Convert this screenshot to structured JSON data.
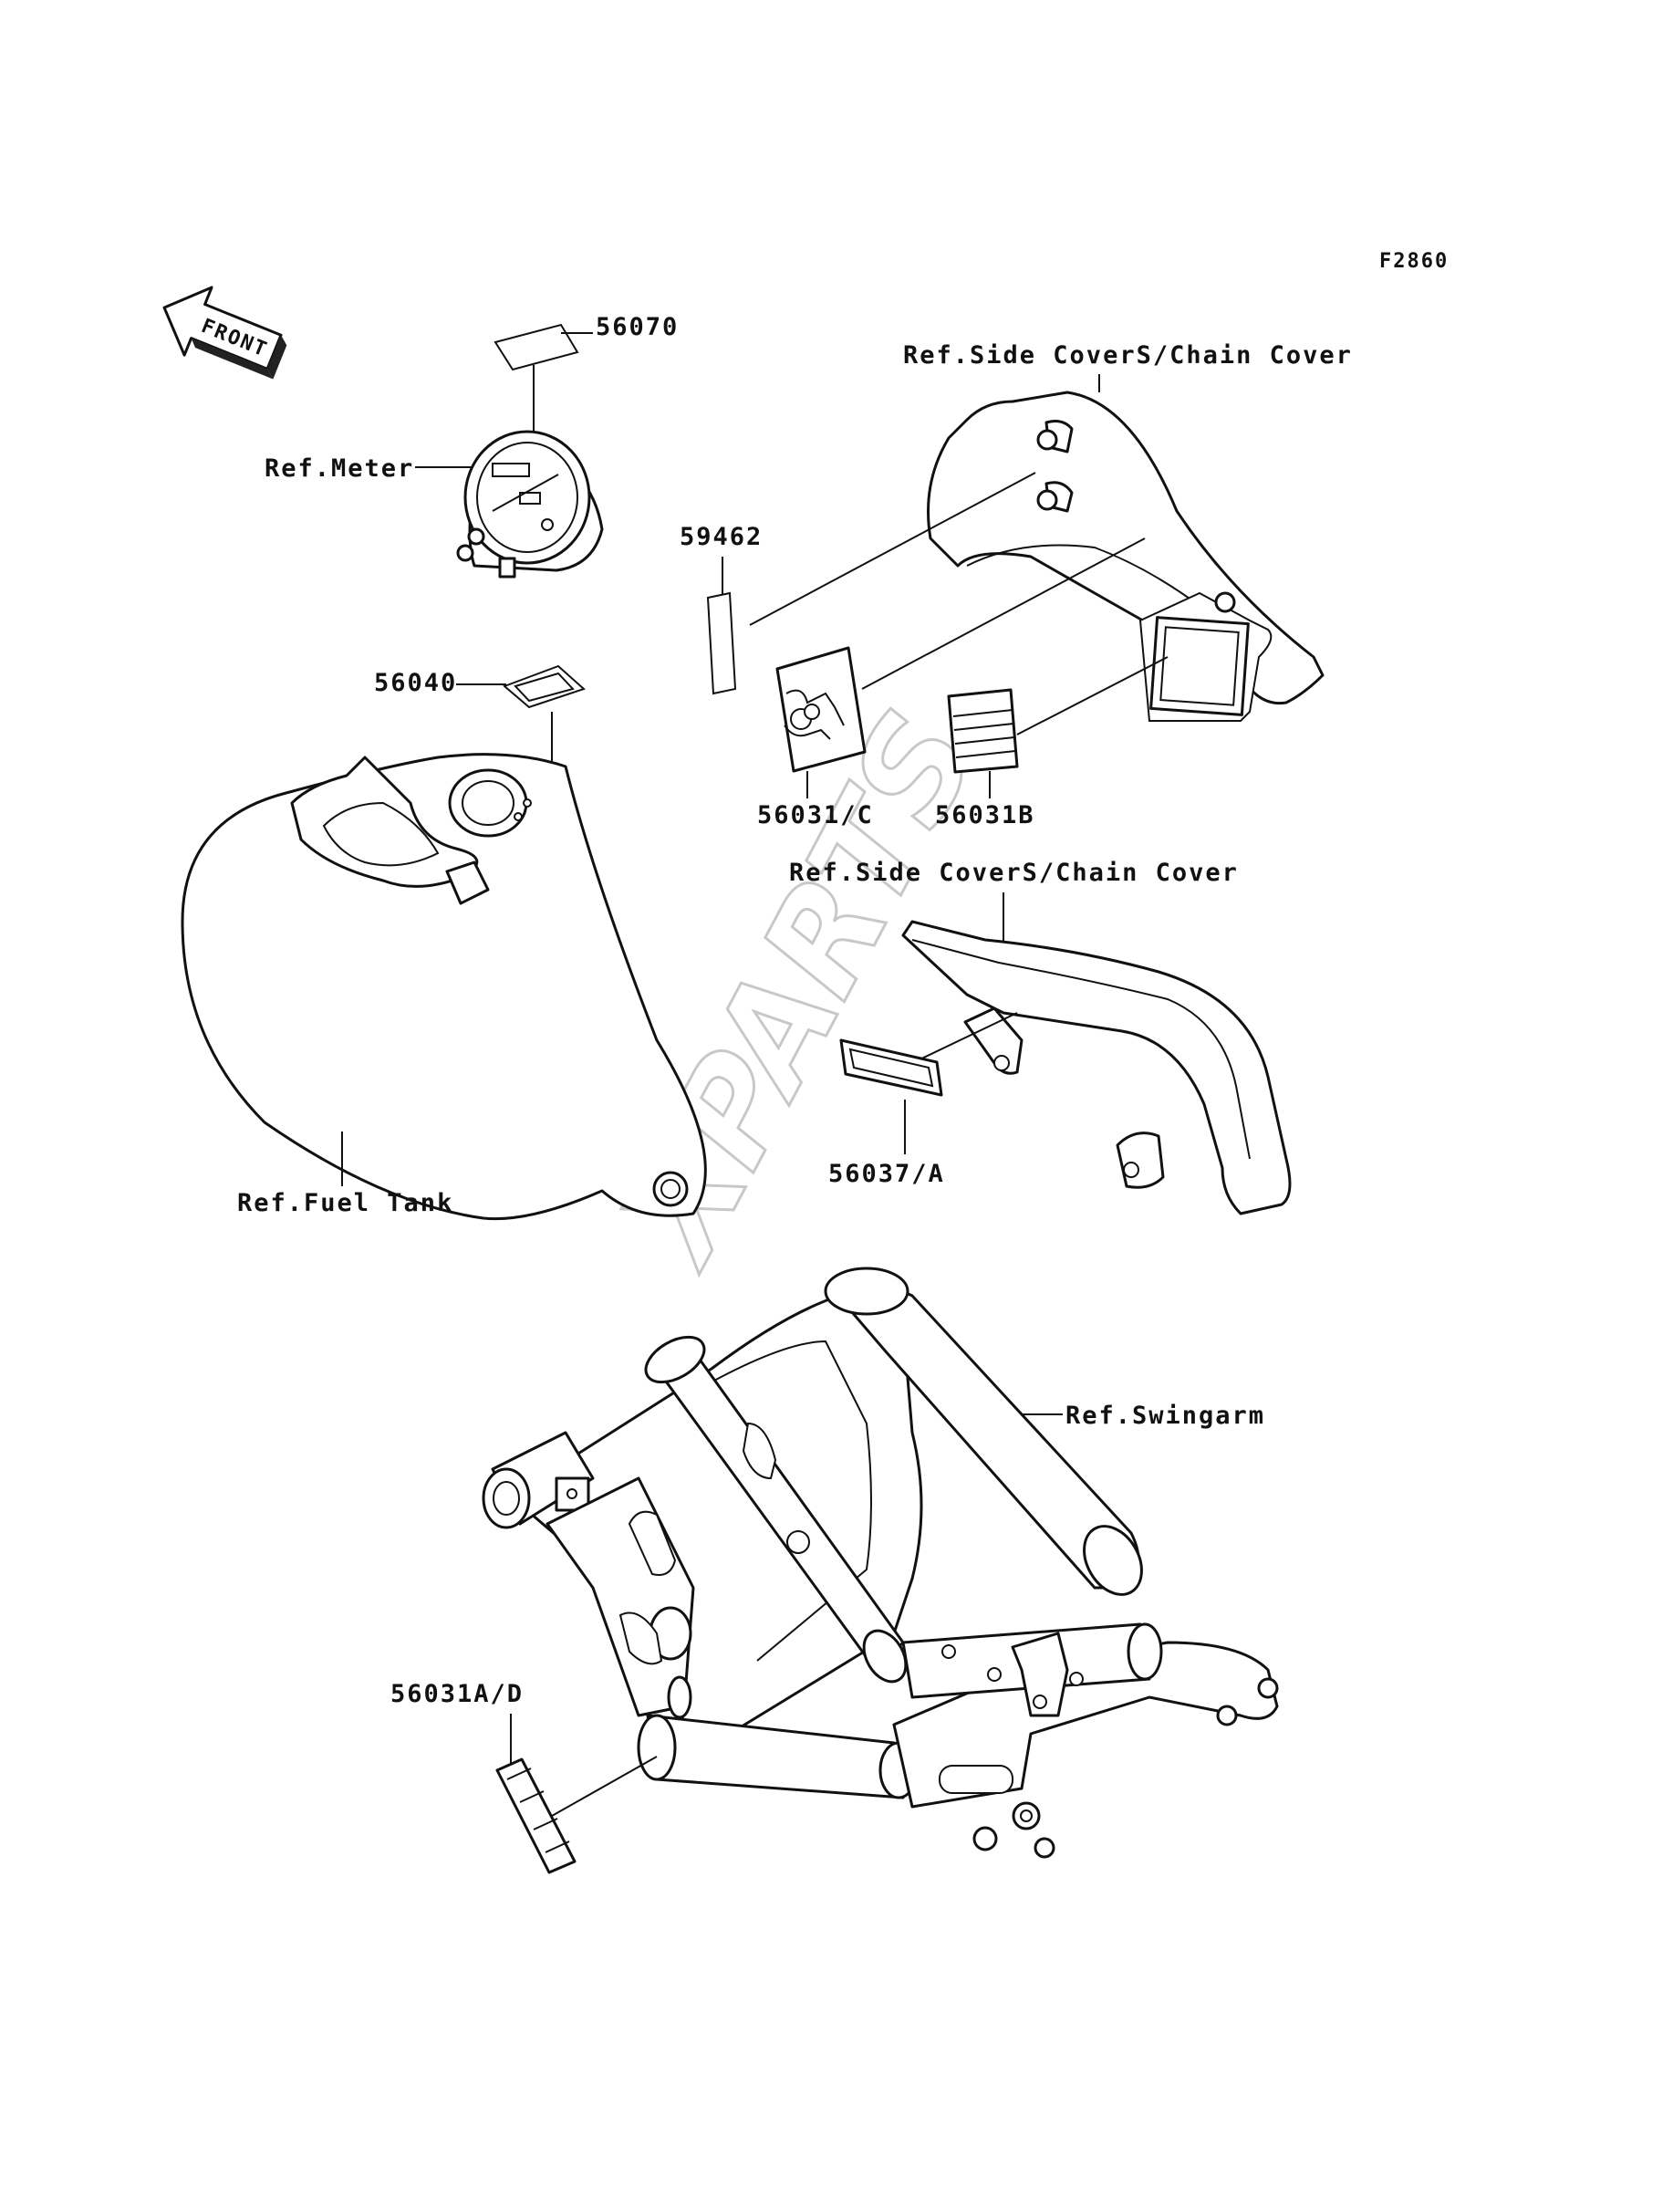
{
  "figure_code": "F2860",
  "front_label": "FRONT",
  "watermark": "XPARTS",
  "labels": {
    "p56070": "56070",
    "ref_meter": "Ref.Meter",
    "ref_side_cover_top": "Ref.Side CoverS/Chain Cover",
    "p59462": "59462",
    "p56040": "56040",
    "p56031c": "56031/C",
    "p56031b": "56031B",
    "ref_side_cover_mid": "Ref.Side CoverS/Chain Cover",
    "p56037a": "56037/A",
    "ref_fuel_tank": "Ref.Fuel Tank",
    "ref_swingarm": "Ref.Swingarm",
    "p56031ad": "56031A/D"
  }
}
